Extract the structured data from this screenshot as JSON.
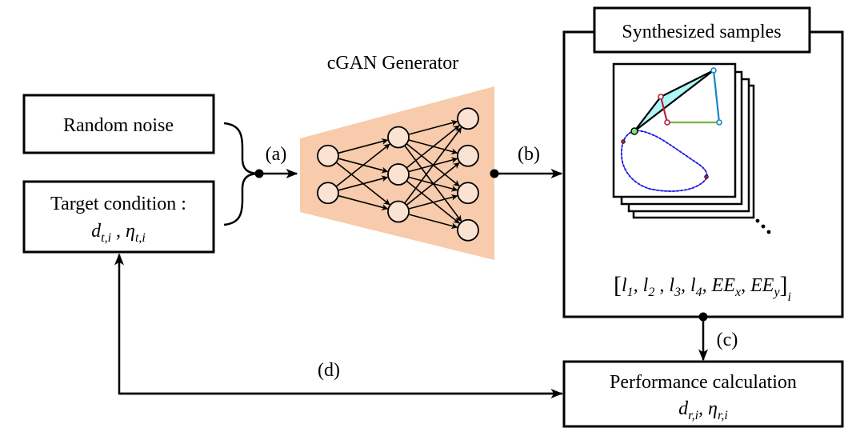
{
  "title": "cGAN-based linkage synthesis workflow",
  "colors": {
    "generator_fill": "#f7cbab",
    "node_fill": "#fbe3d3",
    "coupler_fill": "#aef7f7",
    "curve_color": "#1f1fe6",
    "link_red": "#b8203c",
    "link_blue": "#1a86c2",
    "link_green": "#7bb241",
    "joint_green": "#7ee27e"
  },
  "boxes": {
    "random_noise": {
      "label": "Random noise"
    },
    "target_condition": {
      "label": "Target condition :",
      "vars": [
        {
          "base": "d",
          "sub": "t,i"
        },
        {
          "base": "η",
          "sub": "t,i"
        }
      ]
    },
    "generator": {
      "title": "cGAN Generator",
      "layers": [
        2,
        3,
        4
      ]
    },
    "synthesized_samples": {
      "title": "Synthesized samples",
      "continuation": "⋱",
      "vector": {
        "elements": [
          {
            "base": "l",
            "sub": "1"
          },
          {
            "base": "l",
            "sub": "2"
          },
          {
            "base": "l",
            "sub": "3"
          },
          {
            "base": "l",
            "sub": "4"
          },
          {
            "base": "EE",
            "sub": "x"
          },
          {
            "base": "EE",
            "sub": "y"
          }
        ],
        "outer_sub": "i"
      }
    },
    "performance": {
      "label": "Performance calculation",
      "vars": [
        {
          "base": "d",
          "sub": "r,i"
        },
        {
          "base": "η",
          "sub": "r,i"
        }
      ]
    }
  },
  "arrows": {
    "a": "(a)",
    "b": "(b)",
    "c": "(c)",
    "d": "(d)"
  }
}
